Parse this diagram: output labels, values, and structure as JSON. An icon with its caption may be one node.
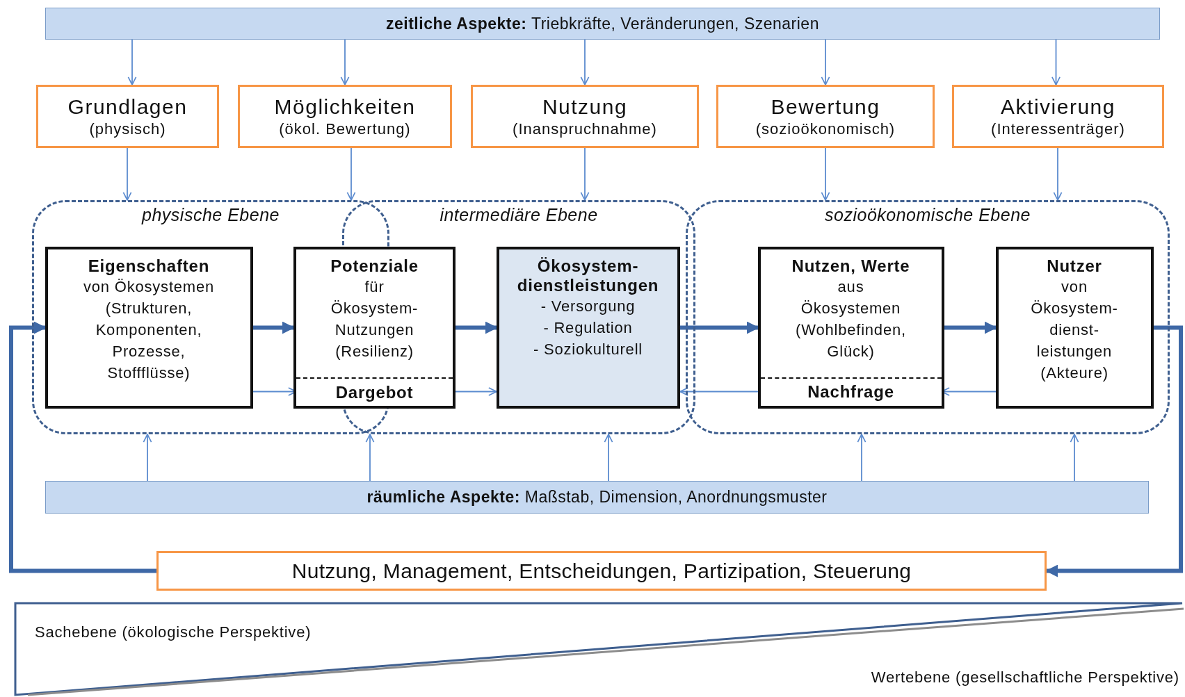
{
  "diagram": {
    "nodes": [
      {
        "text": [
          "**zeitliche Aspekte:** Triebkräfte, Veränderungen, Szenarien"
        ]
      },
      {
        "text": [
          "Grundlagen",
          "(physisch)"
        ]
      },
      {
        "text": [
          "Möglichkeiten",
          "(ökol. Bewertung)"
        ]
      },
      {
        "text": [
          "Nutzung",
          "(Inanspruchnahme)"
        ]
      },
      {
        "text": [
          "Bewertung",
          "(sozioökonomisch)"
        ]
      },
      {
        "text": [
          "Aktivierung",
          "(Interessenträger)"
        ]
      },
      {
        "text": [
          "physische Ebene"
        ]
      },
      {
        "text": [
          "intermediäre Ebene"
        ]
      },
      {
        "text": [
          "sozioökonomische Ebene"
        ]
      },
      {
        "text": [
          "Eigenschaften",
          "von Ökosystemen (Strukturen, Komponenten, Prozesse, Stoffflüsse)"
        ],
        "in": 6
      },
      {
        "text": [
          "Potenziale",
          "für Ökosystem- Nutzungen (Resilienz)"
        ]
      },
      {
        "text": [
          "Dargebot"
        ],
        "in": 10
      },
      {
        "text": [
          "Ökosystem- dienstleistungen",
          "- Versorgung",
          "- Regulation",
          "- Soziokulturell"
        ],
        "in": 7
      },
      {
        "text": [
          "Nutzen, Werte",
          "aus Ökosystemen (Wohlbefinden, Glück)"
        ],
        "in": 8
      },
      {
        "text": [
          "Nachfrage"
        ],
        "in": 13
      },
      {
        "text": [
          "Nutzer",
          "von Ökosystem- dienst- leistungen (Akteure)"
        ],
        "in": 8
      },
      {
        "text": [
          "**räumliche Aspekte:** Maßstab, Dimension, Anordnungsmuster"
        ]
      },
      {
        "text": [
          "Nutzung, Management, Entscheidungen, Partizipation, Steuerung"
        ]
      }
    ],
    "edges": [
      {
        "from": 0,
        "to": 1,
        "arrow": "to"
      },
      {
        "from": 0,
        "to": 2,
        "arrow": "to"
      },
      {
        "from": 0,
        "to": 3,
        "arrow": "to"
      },
      {
        "from": 0,
        "to": 4,
        "arrow": "to"
      },
      {
        "from": 0,
        "to": 5,
        "arrow": "to"
      },
      {
        "from": 1,
        "to": 6,
        "arrow": "to"
      },
      {
        "from": 2,
        "to": 7,
        "arrow": "to"
      },
      {
        "from": 3,
        "to": 7,
        "arrow": "to"
      },
      {
        "from": 4,
        "to": 8,
        "arrow": "to"
      },
      {
        "from": 5,
        "to": 8,
        "arrow": "to"
      },
      {
        "from": 16,
        "to": 6,
        "arrow": "to"
      },
      {
        "from": 16,
        "to": 7,
        "arrow": "to"
      },
      {
        "from": 16,
        "to": 7,
        "arrow": "to"
      },
      {
        "from": 16,
        "to": 8,
        "arrow": "to"
      },
      {
        "from": 16,
        "to": 8,
        "arrow": "to"
      },
      {
        "from": 9,
        "to": 10,
        "arrow": "to",
        "style": "thick",
        "color": "#3e68a6"
      },
      {
        "from": 10,
        "to": 12,
        "arrow": "to",
        "style": "thick",
        "color": "#3e68a6"
      },
      {
        "from": 12,
        "to": 13,
        "arrow": "to",
        "style": "thick",
        "color": "#3e68a6"
      },
      {
        "from": 13,
        "to": 15,
        "arrow": "to",
        "style": "thick",
        "color": "#3e68a6"
      },
      {
        "from": 9,
        "to": 11,
        "arrow": "to"
      },
      {
        "from": 11,
        "to": 12,
        "arrow": "to"
      },
      {
        "from": 14,
        "to": 12,
        "arrow": "to"
      },
      {
        "from": 15,
        "to": 14,
        "arrow": "to"
      },
      {
        "from": 15,
        "to": 17,
        "arrow": "to",
        "style": "thick",
        "color": "#3e68a6"
      },
      {
        "from": 17,
        "to": 9,
        "arrow": "to",
        "style": "thick",
        "color": "#3e68a6"
      }
    ],
    "labels": [
      "Sachebene (ökologische Perspektive)",
      "Wertebene (gesellschaftliche Perspektive)"
    ]
  }
}
